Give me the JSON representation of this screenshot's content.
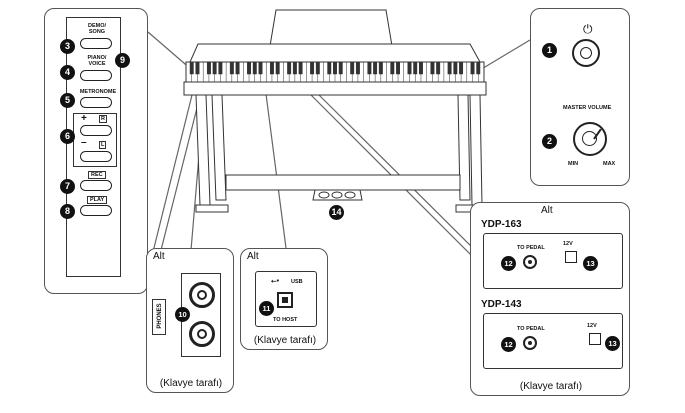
{
  "left_panel": {
    "demo_song": "DEMO/\nSONG",
    "piano_voice": "PIANO/\nVOICE",
    "metronome": "METRONOME",
    "plus": "+",
    "minus": "–",
    "r": "R",
    "l": "L",
    "rec": "REC",
    "play": "PLAY",
    "n3": "3",
    "n4": "4",
    "n5": "5",
    "n6": "6",
    "n7": "7",
    "n8": "8",
    "n9": "9"
  },
  "right_panel": {
    "n1": "1",
    "n2": "2",
    "master_volume": "MASTER VOLUME",
    "min": "MIN",
    "max": "MAX"
  },
  "phones_panel": {
    "title": "Alt",
    "phones": "PHONES",
    "n10": "10",
    "caption": "(Klavye tarafı)"
  },
  "usb_panel": {
    "title": "Alt",
    "usb": "USB",
    "to_host": "TO HOST",
    "n11": "11",
    "caption": "(Klavye tarafı)"
  },
  "pedal_panel": {
    "title": "Alt",
    "model1": "YDP-163",
    "model2": "YDP-143",
    "to_pedal": "TO PEDAL",
    "dc": "12V",
    "n12": "12",
    "n13": "13",
    "caption": "(Klavye tarafı)"
  },
  "piano": {
    "n14": "14"
  }
}
